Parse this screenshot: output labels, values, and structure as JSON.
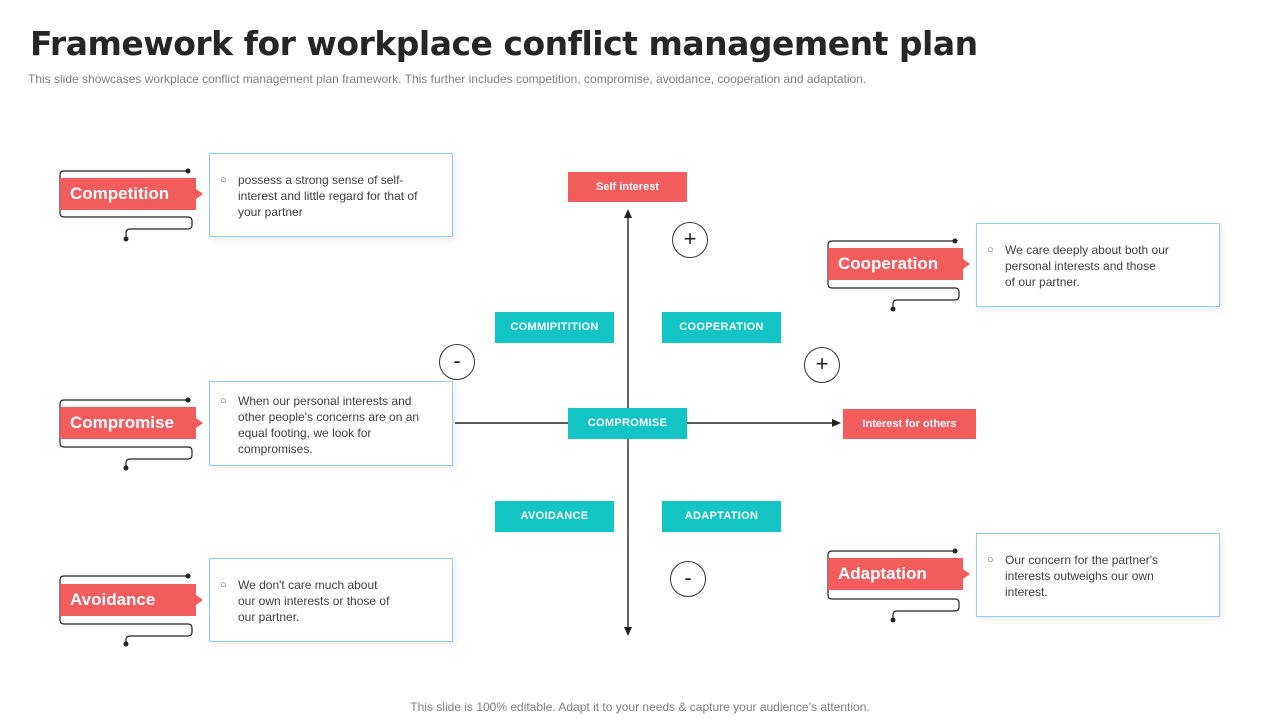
{
  "title": "Framework for workplace conflict management plan",
  "subtitle": "This slide showcases workplace conflict management plan framework. This further includes competition, compromise, avoidance, cooperation and adaptation.",
  "footer": "This slide is 100% editable. Adapt it to your needs & capture your audience’s attention.",
  "colors": {
    "tag": "#f25c5c",
    "quadrant": "#12c4c4",
    "box_border": "#8ed0e8",
    "axis": "#222222"
  },
  "strategies": [
    {
      "label": "Competition",
      "bullet": "○",
      "description": "possess a strong sense of self-interest and little regard for that of your partner"
    },
    {
      "label": "Compromise",
      "bullet": "○",
      "description": "When our personal interests and other people's concerns are on an equal footing, we look for compromises."
    },
    {
      "label": "Avoidance",
      "bullet": "○",
      "description": "We don't care much about our own interests or those of our partner."
    },
    {
      "label": "Cooperation",
      "bullet": "○",
      "description": "We care deeply about both our personal interests and those of our partner."
    },
    {
      "label": "Adaptation",
      "bullet": "○",
      "description": "Our concern for the partner's interests outweighs our own interest."
    }
  ],
  "matrix": {
    "y_axis_label": "Self interest",
    "x_axis_label": "Interest for others",
    "center": "COMPROMISE",
    "top_left": "COMMIPITITION",
    "top_right": "COOPERATION",
    "bottom_left": "AVOIDANCE",
    "bottom_right": "ADAPTATION",
    "signs": {
      "top": "+",
      "left": "-",
      "right": "+",
      "bottom": "-"
    }
  }
}
